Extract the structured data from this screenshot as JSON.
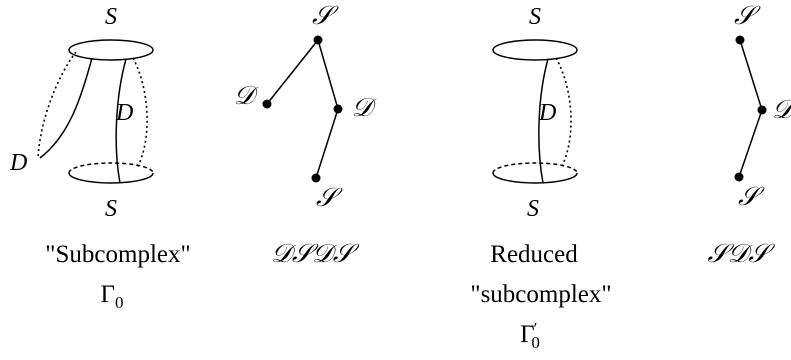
{
  "panels": [
    {
      "id": "subcomplex",
      "top_label": "S",
      "bottom_label": "S",
      "edge_label_left": "D",
      "edge_label_right": "D",
      "caption_line1": "\"Subcomplex\"",
      "caption_line2": "Γ",
      "caption_line2_sub": "0"
    },
    {
      "id": "dsds",
      "node_labels": [
        "𝒮",
        "𝒟",
        "𝒟",
        "𝒮"
      ],
      "caption": "𝒟𝒮𝒟𝒮"
    },
    {
      "id": "reduced-subcomplex",
      "top_label": "S",
      "bottom_label": "S",
      "edge_label": "D",
      "caption_line1": "Reduced",
      "caption_line2": "\"subcomplex\"",
      "caption_line3": "Γ",
      "caption_line3_prime": "′",
      "caption_line3_sub": "0"
    },
    {
      "id": "sds",
      "node_labels": [
        "𝒮",
        "𝒟",
        "𝒮"
      ],
      "caption": "𝒮𝒟𝒮"
    }
  ]
}
